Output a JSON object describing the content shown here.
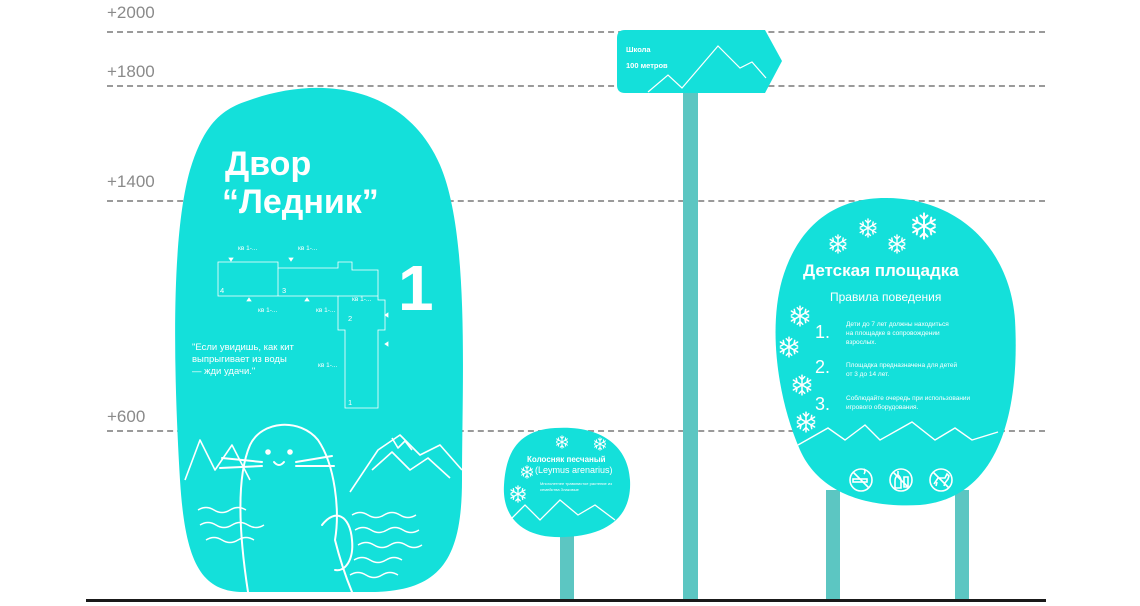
{
  "levels": [
    {
      "label": "+2000"
    },
    {
      "label": "+1800"
    },
    {
      "label": "+1400"
    },
    {
      "label": "+600"
    }
  ],
  "colors": {
    "sign": "#14e0da",
    "post": "#5cc6c2",
    "line": "#ffffff",
    "ground": "#1a1a1a",
    "level": "#8a8a8a"
  },
  "yard_sign": {
    "title_line1": "Двор",
    "title_line2": "“Ледник”",
    "number": "1",
    "quote_line1": "\"Если увидишь, как кит",
    "quote_line2": "выпрыгивает из воды",
    "quote_line3": "— жди удачи.\"",
    "plan_labels": [
      "кв 1-...",
      "кв 1-...",
      "кв 1-...",
      "кв 1-...",
      "кв 1-...",
      "кв 1-..."
    ],
    "plan_numbers": [
      "4",
      "3",
      "2",
      "1"
    ]
  },
  "direction_sign": {
    "line1": "Школа",
    "line2": "100 метров"
  },
  "plant_sign": {
    "name": "Колосняк песчаный",
    "latin": "(Leymus arenarius)",
    "description_line1": "Многолетнее травянистое растение из",
    "description_line2": "семейства Злаковые"
  },
  "playground_sign": {
    "title": "Детская площадка",
    "subtitle": "Правила поведения",
    "rules": [
      {
        "num": "1.",
        "line1": "Дети до 7 лет должны находиться",
        "line2": "на площадке в сопровождении",
        "line3": "взрослых."
      },
      {
        "num": "2.",
        "line1": "Площадка предназначена для детей",
        "line2": "от 3 до 14 лет.",
        "line3": ""
      },
      {
        "num": "3.",
        "line1": "Соблюдайте очередь при использовании",
        "line2": "игрового оборудования.",
        "line3": ""
      }
    ],
    "icons": [
      "no-smoking-icon",
      "no-alcohol-icon",
      "no-dogs-icon"
    ]
  }
}
